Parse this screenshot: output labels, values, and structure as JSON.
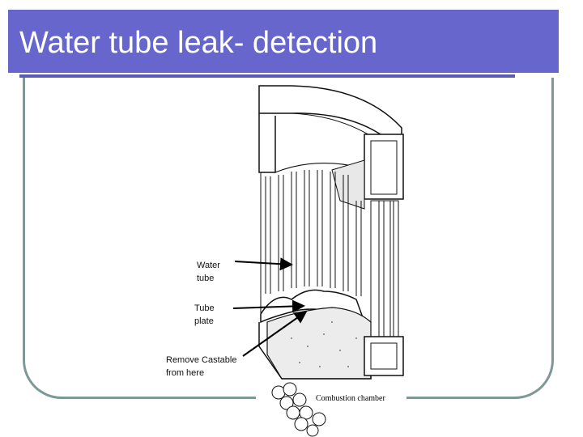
{
  "slide": {
    "title": "Water tube leak- detection",
    "colors": {
      "title_bar": "#6666cc",
      "title_text": "#ffffff",
      "frame": "#7e9898"
    }
  },
  "diagram": {
    "labels": {
      "water_tube": [
        "Water",
        "tube"
      ],
      "tube_plate": [
        "Tube",
        "plate"
      ],
      "remove_castable": [
        "Remove Castable",
        "from here"
      ]
    },
    "caption": "Combustion chamber"
  }
}
